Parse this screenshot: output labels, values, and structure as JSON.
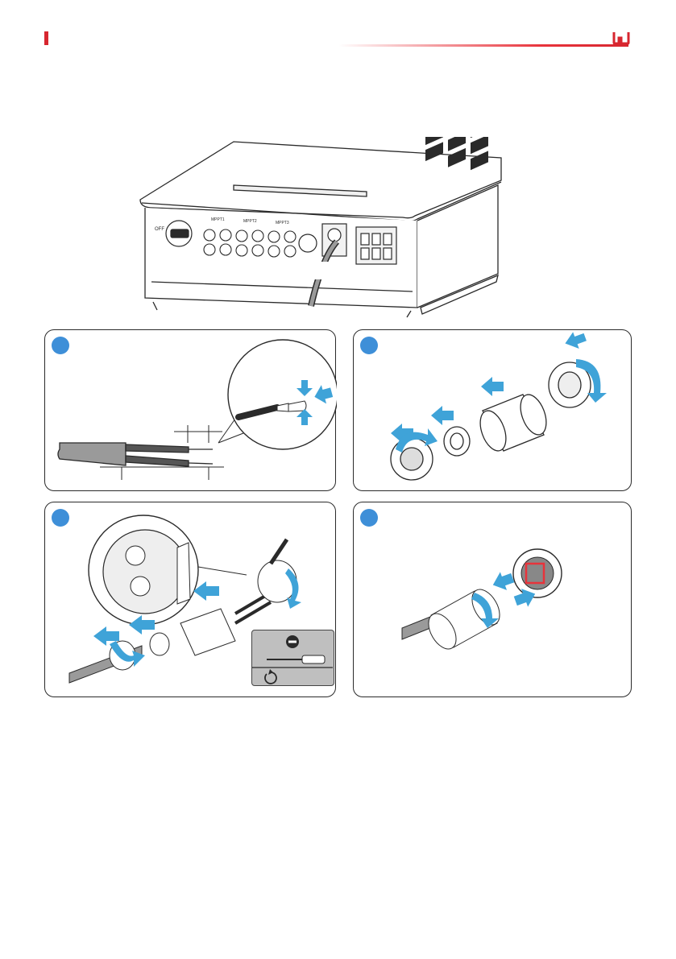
{
  "colors": {
    "accent_red": "#d7262f",
    "step_blue": "#3e8fd8",
    "arrow_blue": "#3fa3d8",
    "line": "#2a2a2a",
    "tool_bg": "#bfbfbf",
    "highlight_red": "#e8333b"
  },
  "header": {
    "logo_icon": "brand-w-logo-icon"
  },
  "inverter": {
    "switch_label": "OFF",
    "mppt_labels": [
      "MPPT1",
      "MPPT2",
      "MPPT3"
    ]
  },
  "steps": [
    {
      "number": "",
      "description_icon": "cable-strip-crimp"
    },
    {
      "number": "",
      "description_icon": "connector-disassemble"
    },
    {
      "number": "",
      "description_icon": "wire-insert-tighten"
    },
    {
      "number": "",
      "description_icon": "connector-plug-in"
    }
  ],
  "tool": {
    "bit_icon": "flat-head-screwdriver-icon",
    "rotate_icon": "clockwise-rotate-icon"
  }
}
